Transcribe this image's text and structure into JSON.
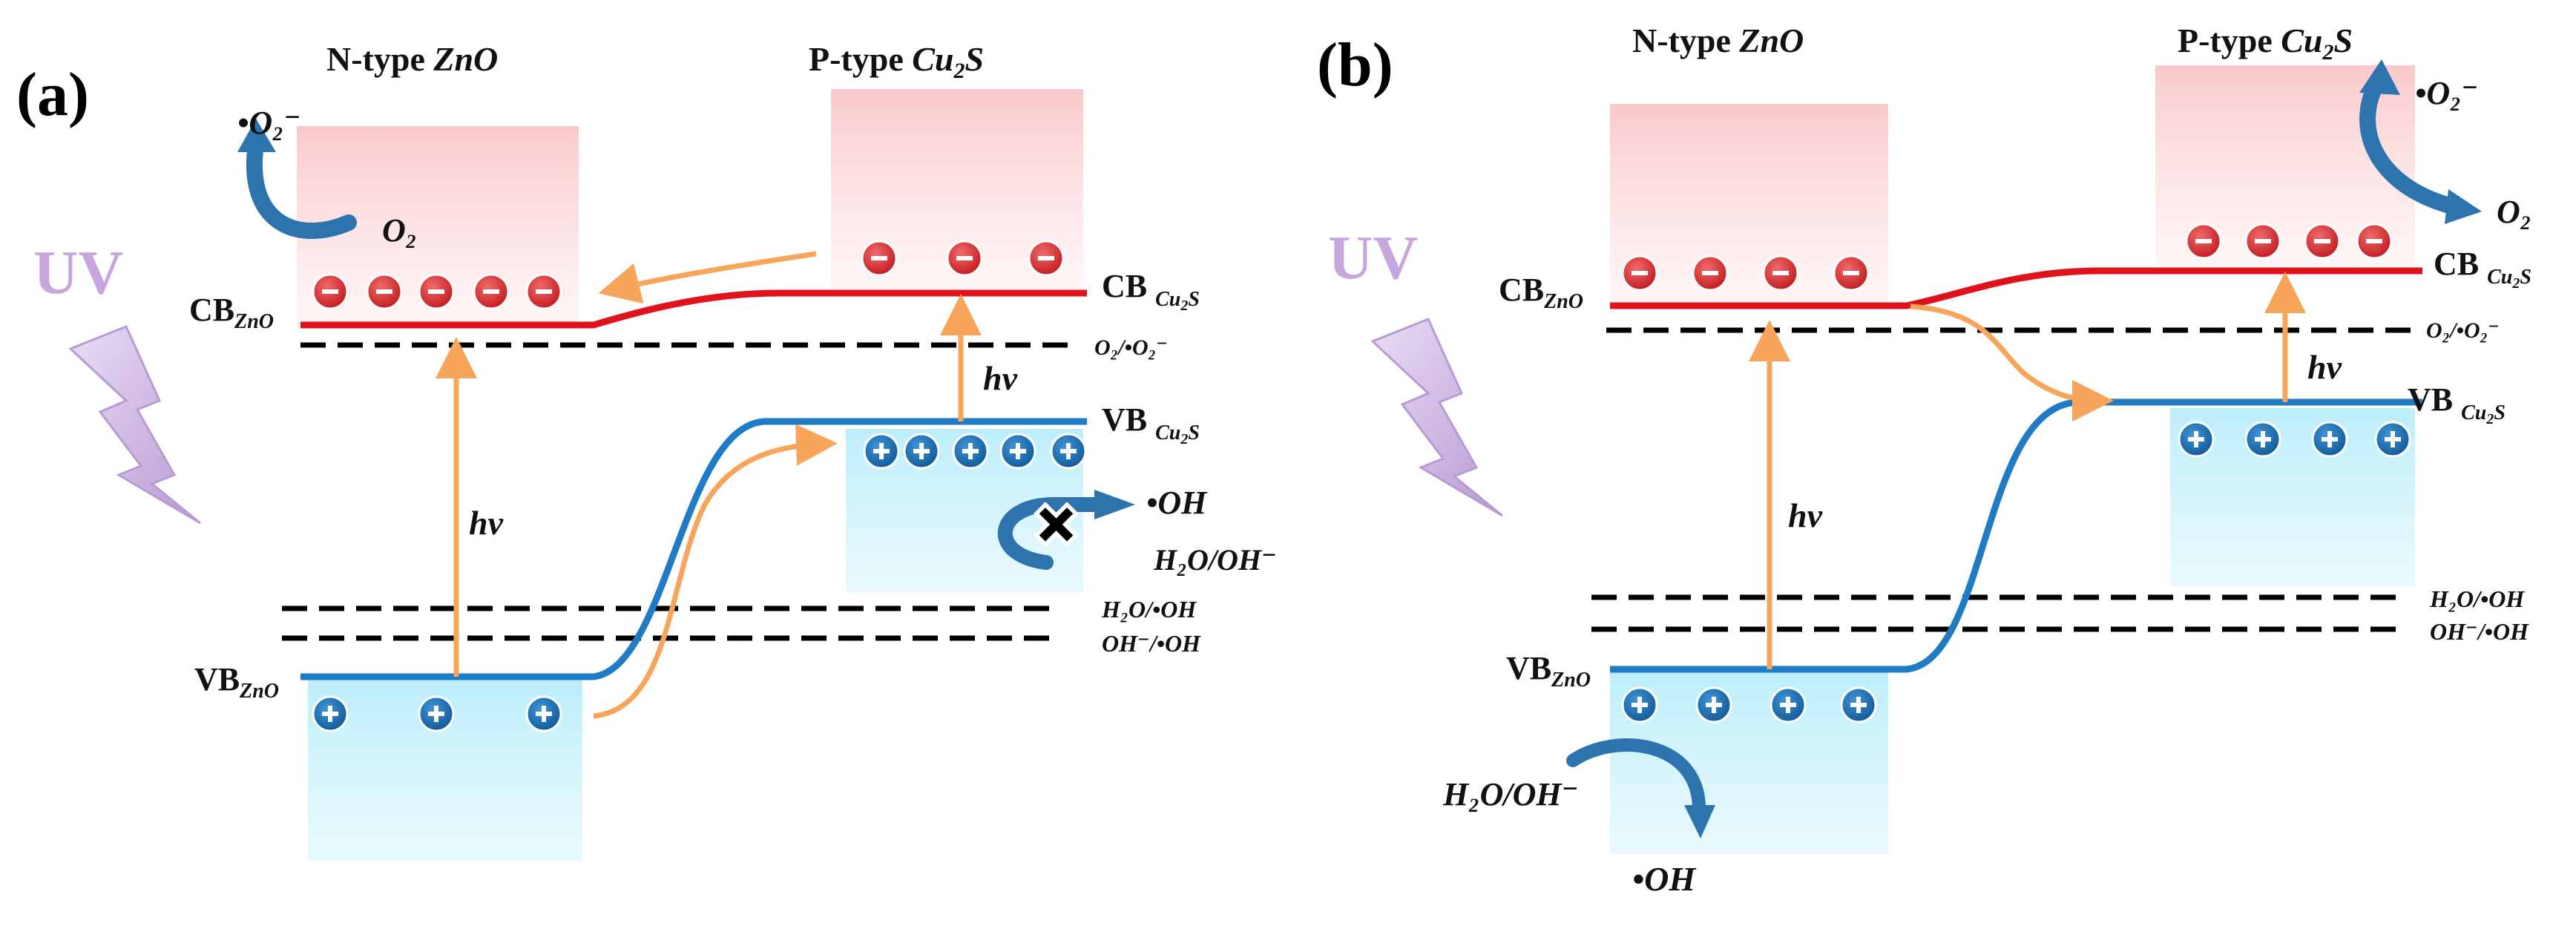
{
  "colors": {
    "cb_line": "#e0131c",
    "vb_line": "#1f7bc4",
    "arrow": "#f7a55a",
    "uv": "#c7a6dd",
    "electron": "#d92e2e",
    "hole": "#1a6fb5",
    "curved_arrow": "#2d74ae"
  },
  "panel_a": {
    "label": "(a)",
    "n_type": {
      "prefix": "N-type ",
      "material": "ZnO"
    },
    "p_type": {
      "prefix": "P-type ",
      "material_main": "Cu",
      "material_sub": "2",
      "material_tail": "S"
    },
    "uv_text": "UV",
    "cb_zno": {
      "main": "CB",
      "sub": "ZnO"
    },
    "vb_zno": {
      "main": "VB",
      "sub": "ZnO"
    },
    "cb_cu2s": {
      "main": "CB ",
      "sub": "Cu",
      "sub2": "2",
      "sub3": "S"
    },
    "vb_cu2s": {
      "main": "VB ",
      "sub": "Cu",
      "sub2": "2",
      "sub3": "S"
    },
    "o2_level": "O₂/•O₂⁻",
    "h2o_level": "H₂O/•OH",
    "oh_level": "OH⁻/•OH",
    "hv_left": "hv",
    "hv_right": "hv",
    "superoxide": "•O₂⁻",
    "oxygen": "O₂",
    "hydroxyl": "•OH",
    "water": "H₂O/OH⁻",
    "blocked_mark": "✖",
    "electron_symbol": "−",
    "hole_symbol": "+"
  },
  "panel_b": {
    "label": "(b)",
    "n_type": {
      "prefix": "N-type ",
      "material": "ZnO"
    },
    "p_type": {
      "prefix": "P-type ",
      "material_main": "Cu",
      "material_sub": "2",
      "material_tail": "S"
    },
    "uv_text": "UV",
    "cb_zno": {
      "main": "CB",
      "sub": "ZnO"
    },
    "vb_zno": {
      "main": "VB",
      "sub": "ZnO"
    },
    "cb_cu2s": {
      "main": "CB ",
      "sub": "Cu",
      "sub2": "2",
      "sub3": "S"
    },
    "vb_cu2s": {
      "main": "VB ",
      "sub": "Cu",
      "sub2": "2",
      "sub3": "S"
    },
    "o2_level": "O₂/•O₂⁻",
    "h2o_level": "H₂O/•OH",
    "oh_level": "OH⁻/•OH",
    "hv_left": "hv",
    "hv_right": "hv",
    "superoxide": "•O₂⁻",
    "oxygen": "O₂",
    "hydroxyl": "•OH",
    "water": "H₂O/OH⁻"
  }
}
